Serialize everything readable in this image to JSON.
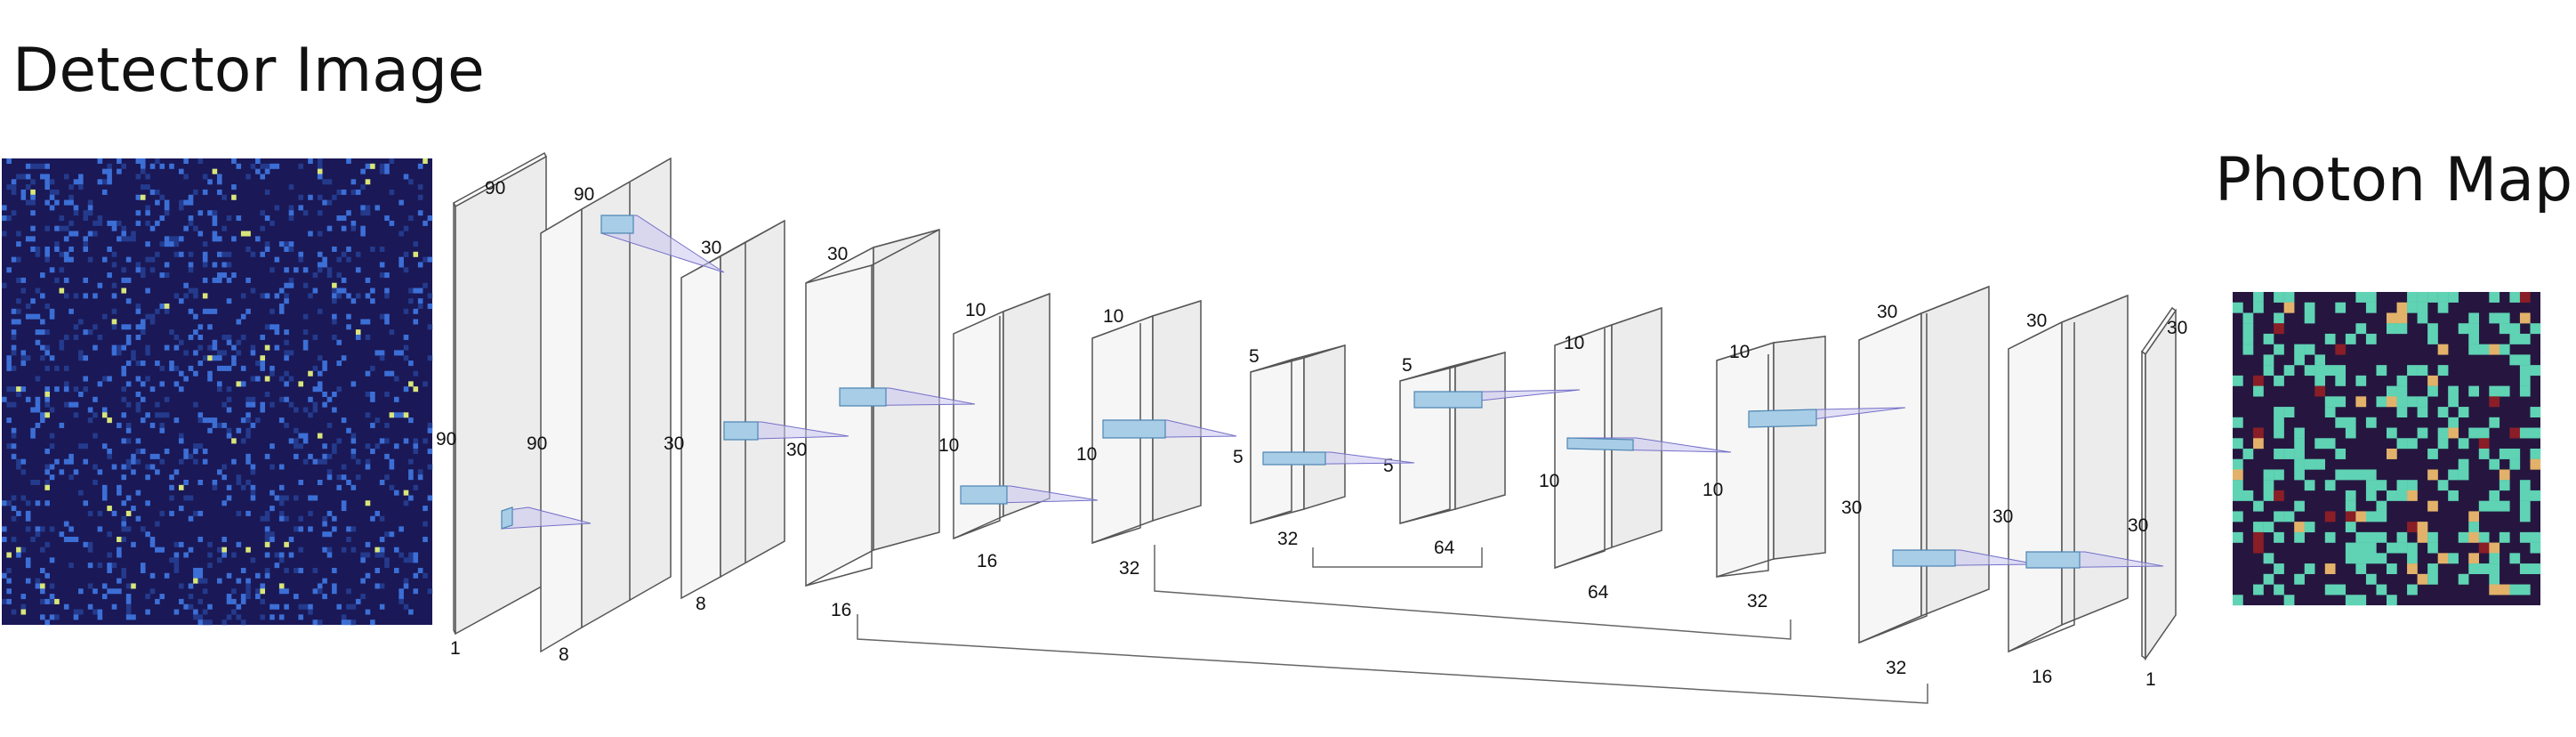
{
  "titles": {
    "input": "Detector Image",
    "output": "Photon Map"
  },
  "layers": [
    {
      "id": "input-plane",
      "labels": [
        "90",
        "90",
        "1"
      ]
    },
    {
      "id": "conv1",
      "labels": [
        "90",
        "90",
        "8"
      ]
    },
    {
      "id": "pool1",
      "labels": [
        "30",
        "30",
        "8"
      ]
    },
    {
      "id": "conv2",
      "labels": [
        "30",
        "30",
        "16"
      ]
    },
    {
      "id": "pool2",
      "labels": [
        "10",
        "10",
        "16"
      ]
    },
    {
      "id": "conv3",
      "labels": [
        "10",
        "10",
        "32"
      ]
    },
    {
      "id": "pool3",
      "labels": [
        "5",
        "5",
        "32"
      ]
    },
    {
      "id": "bottleneck",
      "labels": [
        "5",
        "5",
        "64"
      ]
    },
    {
      "id": "up1",
      "labels": [
        "10",
        "10",
        "64"
      ]
    },
    {
      "id": "up1-conv",
      "labels": [
        "10",
        "10",
        "32"
      ]
    },
    {
      "id": "up2",
      "labels": [
        "30",
        "30",
        "32"
      ]
    },
    {
      "id": "up2-conv",
      "labels": [
        "30",
        "30",
        "16"
      ]
    },
    {
      "id": "output-plane",
      "labels": [
        "30",
        "30",
        "1"
      ]
    }
  ],
  "colors": {
    "detector_bg": "#1a1856",
    "detector_hit": "#3c6fd6",
    "detector_bright": "#d8e67a",
    "photon_bg": "#26163f",
    "photon_cell": "#5fd3b4",
    "photon_hot": "#e3b26a",
    "photon_peak": "#8a1e26",
    "kernel": "#a8cde6",
    "cone": "#c9c6f0"
  }
}
